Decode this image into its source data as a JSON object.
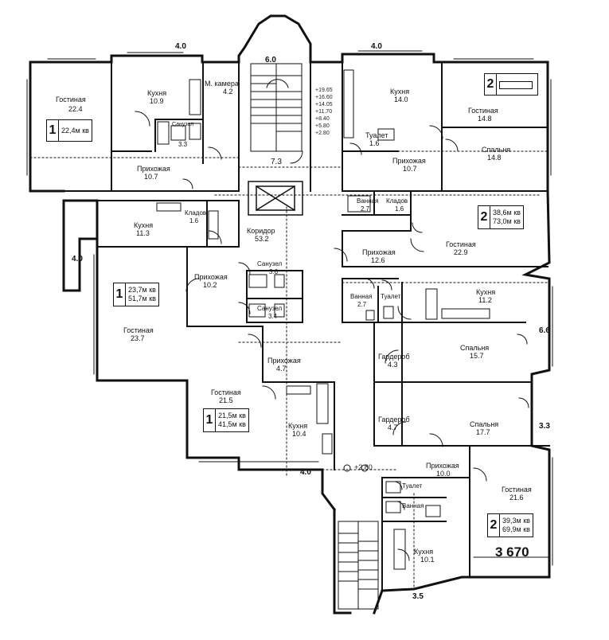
{
  "rooms": [
    {
      "id": "r1",
      "name": "Гостиная",
      "area": "22.4"
    },
    {
      "id": "r2",
      "name": "Кухня",
      "area": "10.9"
    },
    {
      "id": "r3",
      "name": "М. камера",
      "area": "4.2"
    },
    {
      "id": "r4",
      "name": "Прихожая",
      "area": "10.7"
    },
    {
      "id": "r5",
      "name": "Кухня",
      "area": "14.0"
    },
    {
      "id": "r6",
      "name": "Гостиная",
      "area": "14.8"
    },
    {
      "id": "r7",
      "name": "Туалет",
      "area": "1.6"
    },
    {
      "id": "r8",
      "name": "Прихожая",
      "area": "10.7"
    },
    {
      "id": "r9",
      "name": "Спальня",
      "area": "14.8"
    },
    {
      "id": "r10",
      "name": "Кухня",
      "area": "11.3"
    },
    {
      "id": "r11",
      "name": "Кладов",
      "area": "1.6"
    },
    {
      "id": "r12",
      "name": "Коридор",
      "area": "53.2"
    },
    {
      "id": "r13",
      "name": "Ванная",
      "area": "2.7"
    },
    {
      "id": "r14",
      "name": "Кладов",
      "area": "1.6"
    },
    {
      "id": "r15",
      "name": "Прихожая",
      "area": "12.6"
    },
    {
      "id": "r16",
      "name": "Гостиная",
      "area": "22.9"
    },
    {
      "id": "r17",
      "name": "Санузел",
      "area": "3.6"
    },
    {
      "id": "r18",
      "name": "Прихожая",
      "area": "10.2"
    },
    {
      "id": "r19",
      "name": "Санузел",
      "area": "3.4"
    },
    {
      "id": "r20",
      "name": "Гостиная",
      "area": "23.7"
    },
    {
      "id": "r21",
      "name": "Ванная",
      "area": "2.7"
    },
    {
      "id": "r22",
      "name": "Туалет",
      "area": ""
    },
    {
      "id": "r23",
      "name": "Кухня",
      "area": "11.2"
    },
    {
      "id": "r24",
      "name": "Гардероб",
      "area": "4.3"
    },
    {
      "id": "r25",
      "name": "Спальня",
      "area": "15.7"
    },
    {
      "id": "r26",
      "name": "Прихожая",
      "area": "4.7"
    },
    {
      "id": "r27",
      "name": "Гостиная",
      "area": "21.5"
    },
    {
      "id": "r28",
      "name": "Гардероб",
      "area": "4.7"
    },
    {
      "id": "r29",
      "name": "Спальня",
      "area": "17.7"
    },
    {
      "id": "r30",
      "name": "Кухня",
      "area": "10.4"
    },
    {
      "id": "r31",
      "name": "Прихожая",
      "area": "10.0"
    },
    {
      "id": "r32",
      "name": "Гостиная",
      "area": "21.6"
    },
    {
      "id": "r33",
      "name": "Туалет",
      "area": ""
    },
    {
      "id": "r34",
      "name": "Ванная",
      "area": ""
    },
    {
      "id": "r35",
      "name": "Кухня",
      "area": "10.1"
    },
    {
      "id": "r36",
      "name": "Санузел",
      "area": "3.3"
    },
    {
      "id": "r37",
      "name": "",
      "area": "7.3"
    }
  ],
  "apartments": [
    {
      "id": "a1",
      "rooms": "1",
      "areas": [
        "22,4м кв"
      ]
    },
    {
      "id": "a2",
      "rooms": "2",
      "areas": []
    },
    {
      "id": "a3",
      "rooms": "2",
      "areas": [
        "38,6м кв",
        "73,0м кв"
      ]
    },
    {
      "id": "a4",
      "rooms": "1",
      "areas": [
        "23,7м кв",
        "51,7м кв"
      ]
    },
    {
      "id": "a5",
      "rooms": "1",
      "areas": [
        "21,5м кв",
        "41,5м кв"
      ]
    },
    {
      "id": "a6",
      "rooms": "2",
      "areas": [
        "39,3м кв",
        "69,9м кв"
      ]
    }
  ],
  "dimensions": [
    {
      "id": "d1",
      "text": "4.0"
    },
    {
      "id": "d2",
      "text": "6.0"
    },
    {
      "id": "d3",
      "text": "4.0"
    },
    {
      "id": "d4",
      "text": "4.0"
    },
    {
      "id": "d5",
      "text": "6.6"
    },
    {
      "id": "d6",
      "text": "3.3"
    },
    {
      "id": "d7",
      "text": "4.0"
    },
    {
      "id": "d8",
      "text": "3.5"
    }
  ],
  "elevations": [
    "+19.65",
    "+16.60",
    "+14.05",
    "+11.70",
    "+8.40",
    "+5.80",
    "+2.80"
  ],
  "entry_elevation": "+2.80",
  "building_height": "3 670"
}
